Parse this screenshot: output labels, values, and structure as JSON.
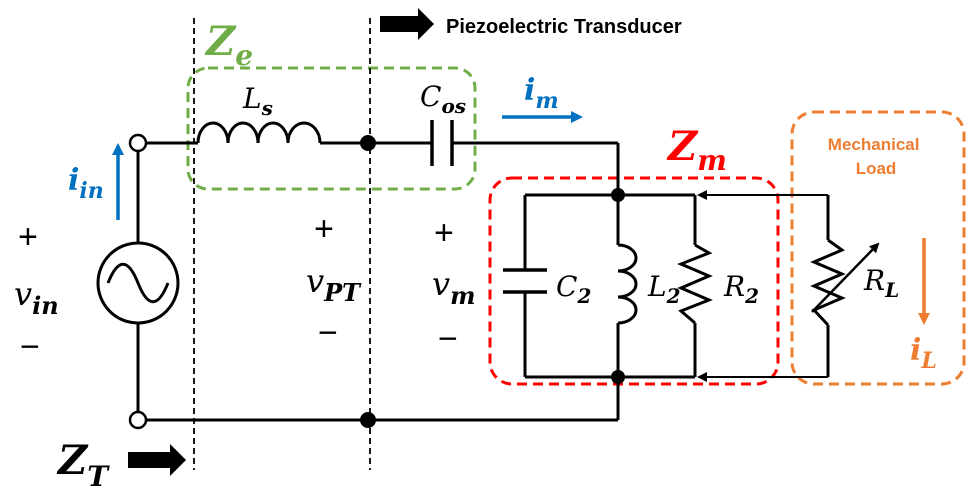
{
  "labels": {
    "ze_main": "Z",
    "ze_sub": "e",
    "zm_main": "Z",
    "zm_sub": "m",
    "zt_main": "Z",
    "zt_sub": "T",
    "piezo_title": "Piezoelectric Transducer",
    "mech_load_line1": "Mechanical",
    "mech_load_line2": "Load",
    "iin_main": "i",
    "iin_sub": "in",
    "im_main": "i",
    "im_sub": "m",
    "il_main": "i",
    "il_sub": "L",
    "vin_main": "v",
    "vin_sub": "in",
    "vpt_main": "v",
    "vpt_sub": "PT",
    "vm_main": "v",
    "vm_sub": "m",
    "ls_main": "L",
    "ls_sub": "s",
    "cos_main": "C",
    "cos_sub": "os",
    "c2_main": "C",
    "c2_sub": "2",
    "l2_main": "L",
    "l2_sub": "2",
    "r2_main": "R",
    "r2_sub": "2",
    "rl_main": "R",
    "rl_sub": "L",
    "plus": "+",
    "minus": "−"
  },
  "colors": {
    "wire": "#000000",
    "ze": "#70ad47",
    "zm": "#ff0000",
    "mech_load": "#ed7d31",
    "current_blue": "#0070c0"
  }
}
